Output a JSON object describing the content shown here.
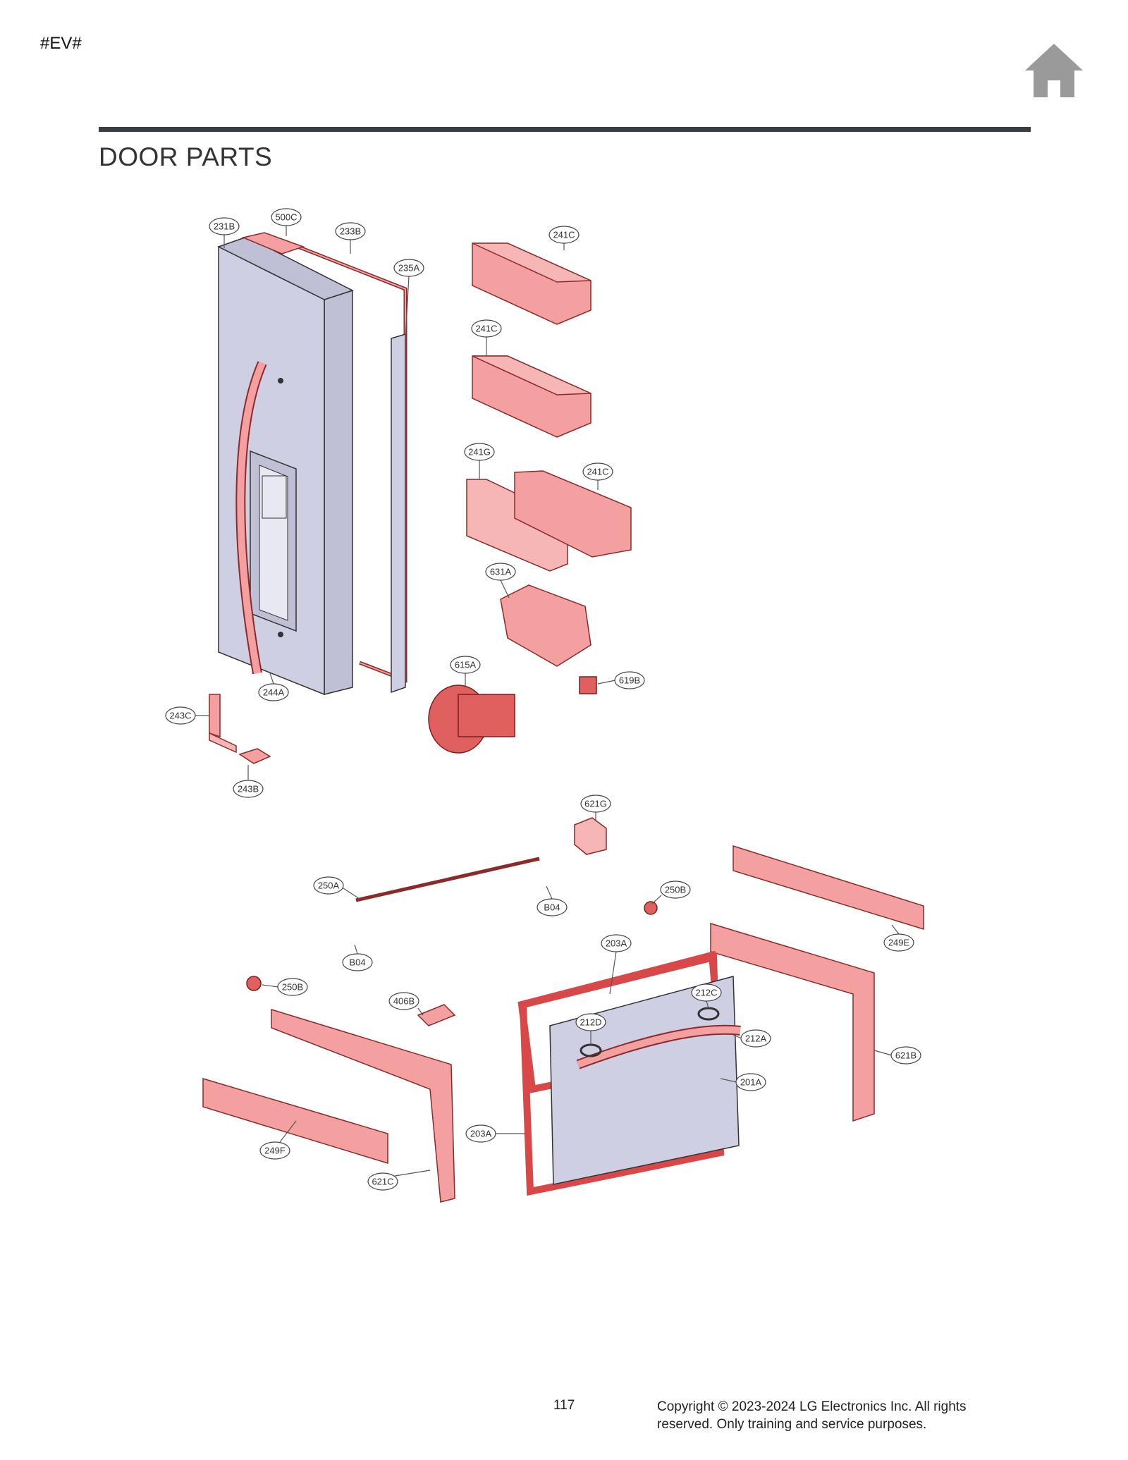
{
  "header": {
    "code": "#EV#",
    "home_icon": "home-icon",
    "rule_color": "#3a3e43"
  },
  "section_title": "DOOR PARTS",
  "colors": {
    "part_red": "#f08a8a",
    "part_red_dark": "#c94b4b",
    "door_panel": "#cfcfe4",
    "line": "#555555"
  },
  "callouts": [
    {
      "label": "231B"
    },
    {
      "label": "500C"
    },
    {
      "label": "233B"
    },
    {
      "label": "235A"
    },
    {
      "label": "241C"
    },
    {
      "label": "241C"
    },
    {
      "label": "241G"
    },
    {
      "label": "241C"
    },
    {
      "label": "631A"
    },
    {
      "label": "615A"
    },
    {
      "label": "619B"
    },
    {
      "label": "244A"
    },
    {
      "label": "243C"
    },
    {
      "label": "243B"
    },
    {
      "label": "621G"
    },
    {
      "label": "250A"
    },
    {
      "label": "B04"
    },
    {
      "label": "250B"
    },
    {
      "label": "249E"
    },
    {
      "label": "B04"
    },
    {
      "label": "203A"
    },
    {
      "label": "250B"
    },
    {
      "label": "212C"
    },
    {
      "label": "406B"
    },
    {
      "label": "212D"
    },
    {
      "label": "212A"
    },
    {
      "label": "621B"
    },
    {
      "label": "201A"
    },
    {
      "label": "249F"
    },
    {
      "label": "203A"
    },
    {
      "label": "621C"
    }
  ],
  "footer": {
    "page_number": "117",
    "copyright_line1": "Copyright © 2023-2024 LG Electronics Inc. All rights",
    "copyright_line2": "reserved. Only training and service purposes."
  }
}
